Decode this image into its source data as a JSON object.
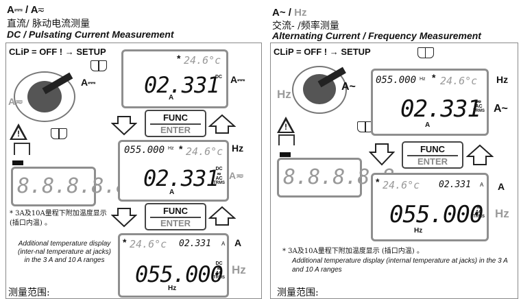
{
  "left": {
    "header_symbols": [
      "A⎓",
      "A≂"
    ],
    "header_sep": "/",
    "cn_title": "直流/ 脉动电流测量",
    "en_title": "DC / Pulsating Current Measurement",
    "setup_text": "CLiP = OFF ! → SETUP",
    "dial_label_right": "A⎓",
    "dial_label_left": "A≂",
    "display1": {
      "star": "*",
      "temp": "24.6°c",
      "main": "02.331",
      "unit_top": "DC",
      "unit_sub": "A",
      "side": "A⎓"
    },
    "func": "FUNC",
    "enter": "ENTER",
    "display2": {
      "freq": "055.000",
      "freq_unit": "Hz",
      "star": "*",
      "temp": "24.6°c",
      "main": "02.331",
      "unit_top": "DC",
      "unit_mid": "AC",
      "unit_bot": "TRMS",
      "unit_sub": "A",
      "side1": "Hz",
      "side2": "A≂"
    },
    "display3": {
      "star": "*",
      "temp": "24.6°c",
      "small": "02.331",
      "small_unit": "A",
      "main": "055.000",
      "unit_top": "DC",
      "unit_mid": "AC",
      "unit_bot": "TRMS",
      "unit_sub": "Hz",
      "side1": "A",
      "side2": "Hz"
    },
    "placeholder_display": "8.8.8.8.8",
    "cn_note": "* 3A及10A量程下附加温度显示 (插口内温) 。",
    "en_note": "Additional temperature display (inter-nal temperature at jacks) in the 3 A and 10 A ranges",
    "range_title": "测量范围:"
  },
  "right": {
    "header_symbols": [
      "A~",
      "Hz"
    ],
    "header_sep": "/",
    "cn_title": "交流- /频率测量",
    "en_title": "Alternating Current / Frequency Measurement",
    "setup_text": "CLiP = OFF ! → SETUP",
    "dial_label_right": "A~",
    "dial_label_left": "Hz",
    "display1": {
      "freq": "055.000",
      "freq_unit": "Hz",
      "star": "*",
      "temp": "24.6°c",
      "main": "02.331",
      "unit_top": "AC",
      "unit_bot": "TRMS",
      "unit_sub": "A",
      "side1": "Hz",
      "side2": "A~"
    },
    "func": "FUNC",
    "enter": "ENTER",
    "display2": {
      "star": "*",
      "temp": "24.6°c",
      "small": "02.331",
      "small_unit": "A",
      "main": "055.000",
      "unit_top": "AC",
      "unit_bot": "TRMS",
      "unit_sub": "Hz",
      "side1": "A",
      "side2": "Hz"
    },
    "placeholder_display": "8.8.8.8.8",
    "cn_note": "* 3A及10A量程下附加温度显示 (插口内温) 。",
    "en_note": "Additional temperature display (internal temperature at jacks) in the 3 A and 10 A ranges",
    "range_title": "测量范围:"
  }
}
